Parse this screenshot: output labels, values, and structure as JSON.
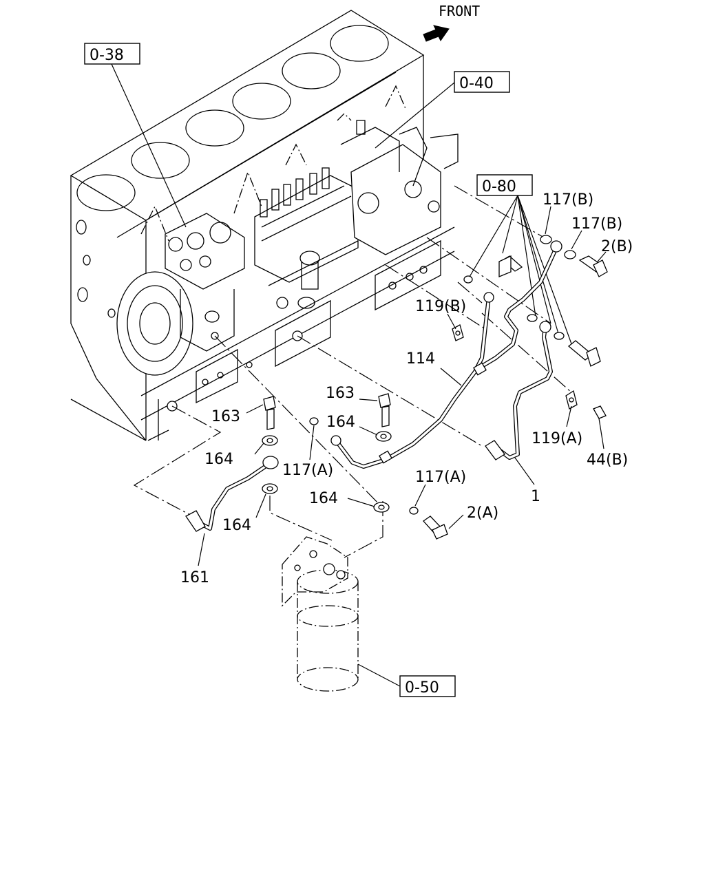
{
  "front_label": "FRONT",
  "ref_boxes": {
    "b038": "0-38",
    "b040": "0-40",
    "b080": "0-80",
    "b050": "0-50"
  },
  "part_labels": {
    "p117b_1": "117(B)",
    "p117b_2": "117(B)",
    "p2b": "2(B)",
    "p119b": "119(B)",
    "p114": "114",
    "p163_1": "163",
    "p164_1": "164",
    "p163_2": "163",
    "p164_2": "164",
    "p117a_1": "117(A)",
    "p117a_2": "117(A)",
    "p119a": "119(A)",
    "p44b": "44(B)",
    "p164_3": "164",
    "p2a": "2(A)",
    "p1": "1",
    "p164_4": "164",
    "p161": "161"
  }
}
